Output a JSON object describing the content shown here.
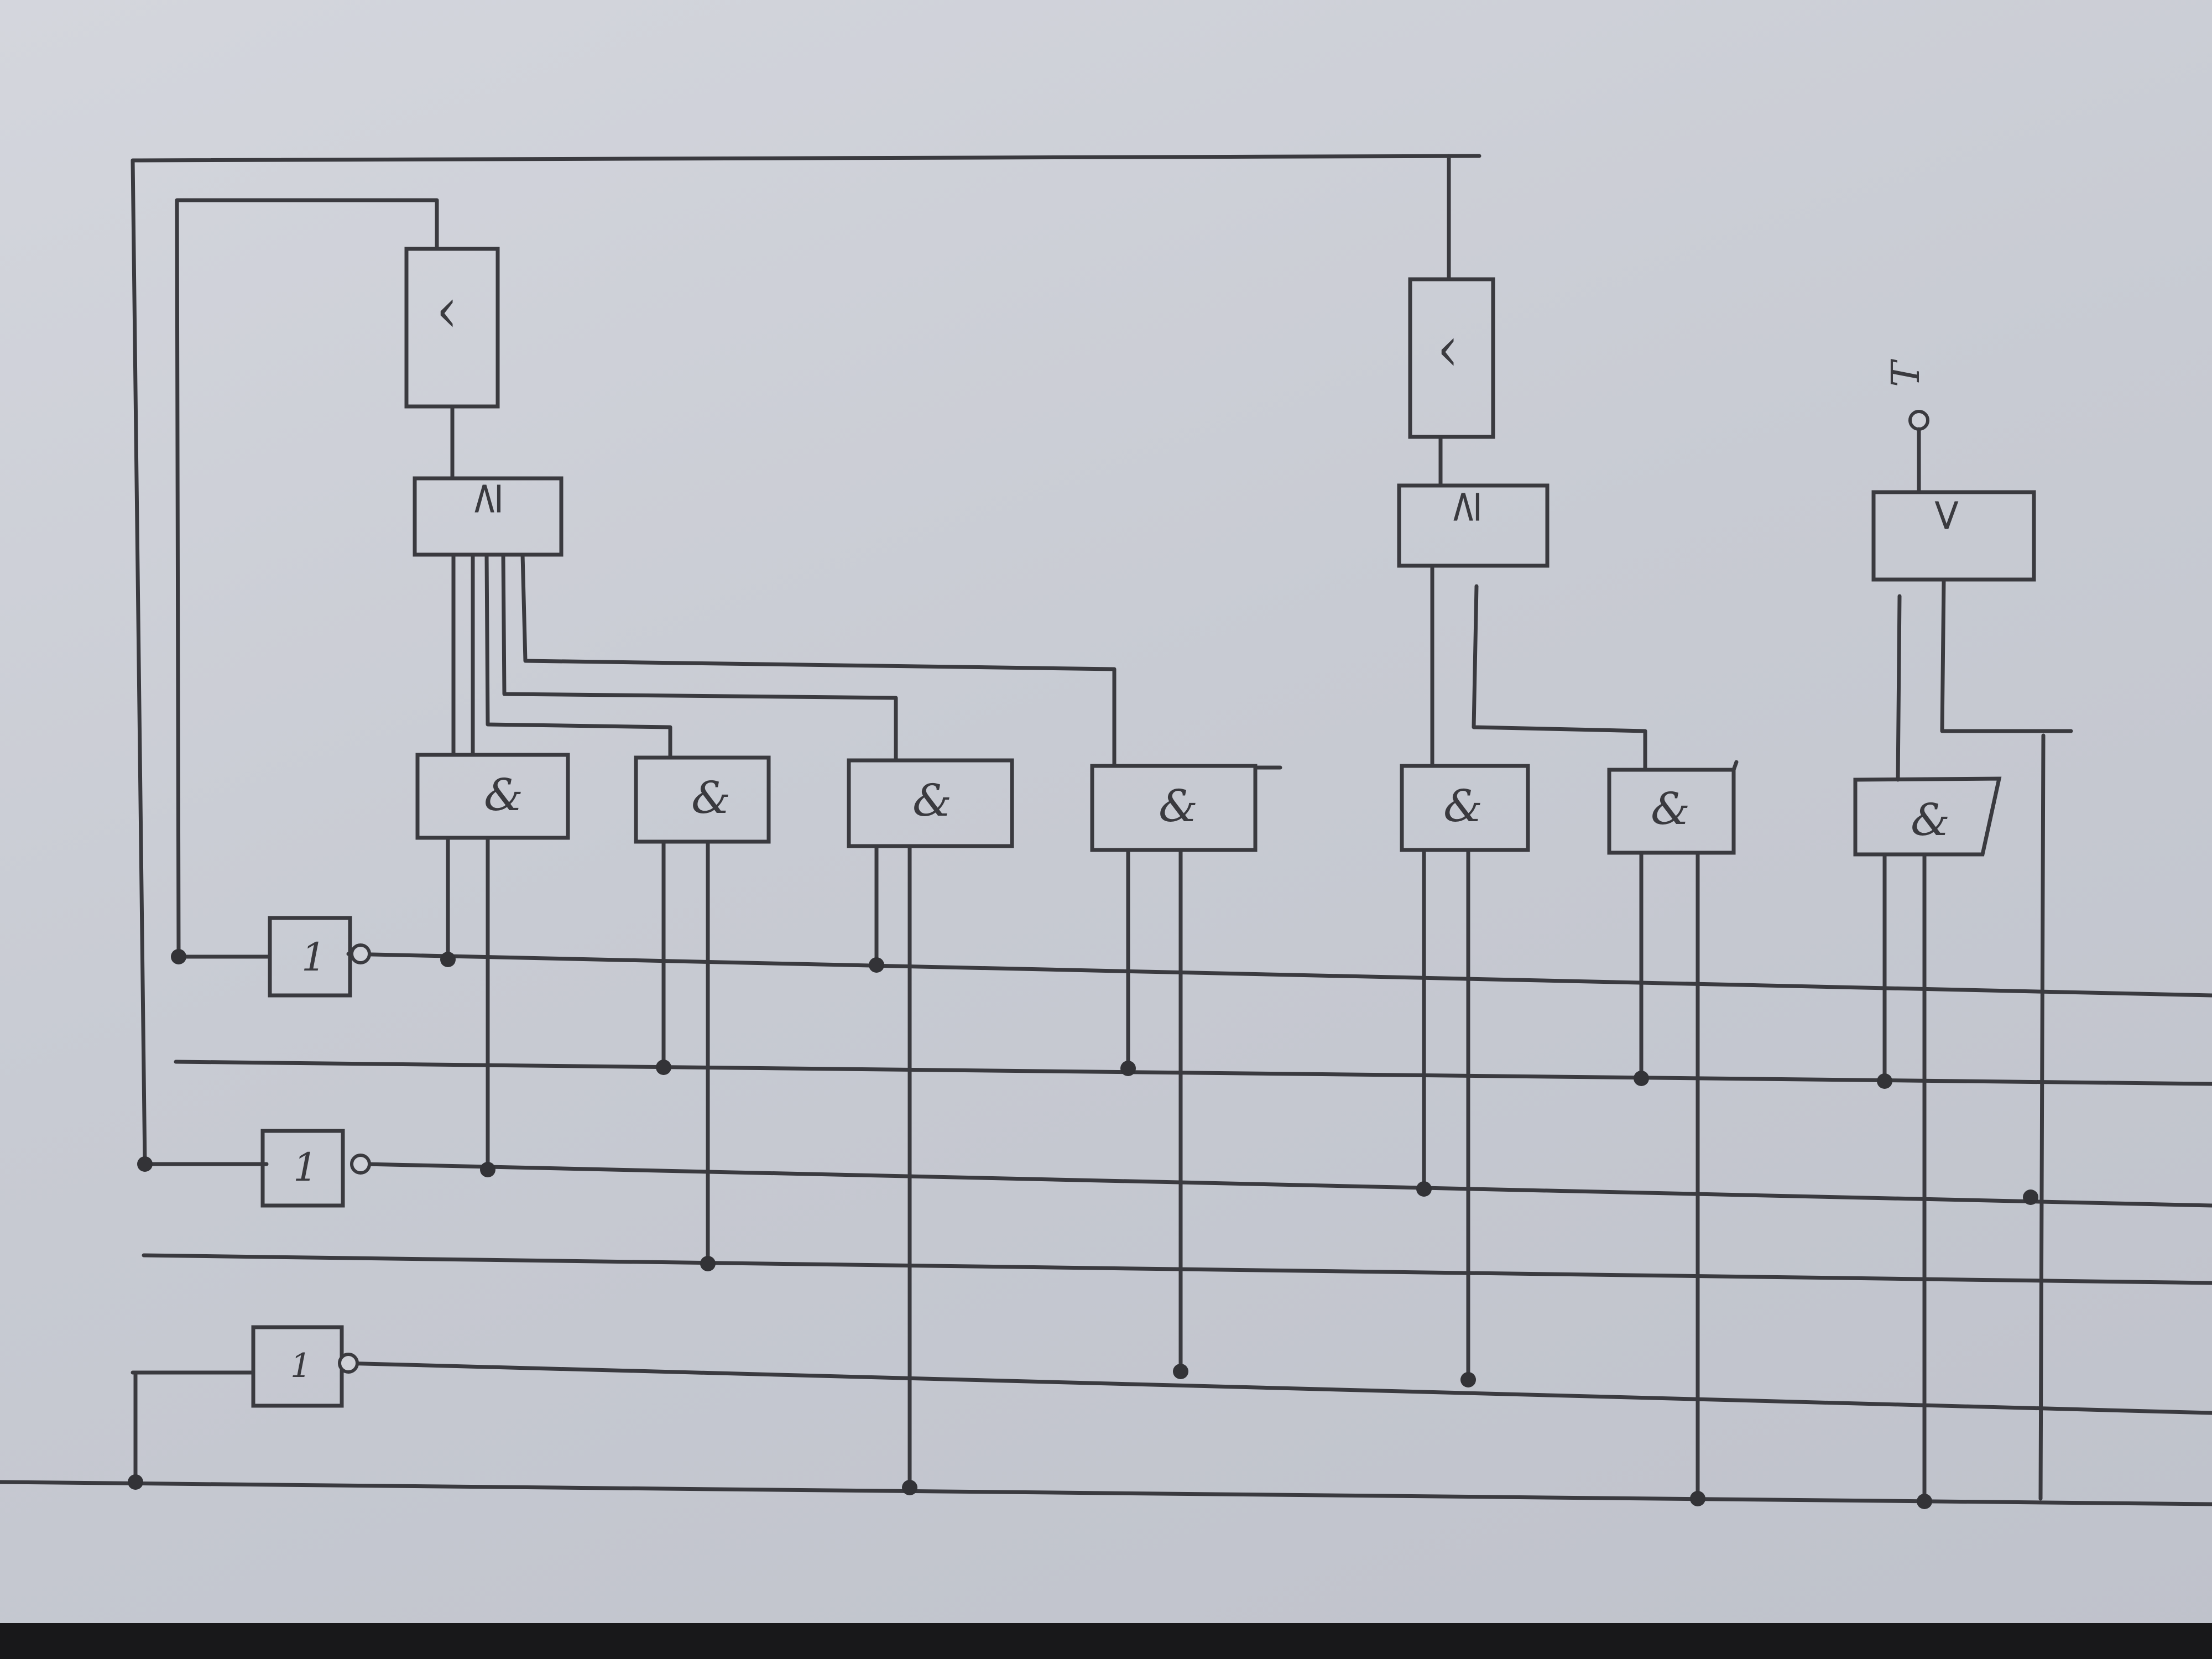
{
  "diagram": {
    "colors": {
      "ink": "#3a3a3f",
      "paper": "#c8cbd3"
    },
    "gates": [
      {
        "id": "D1",
        "kind": "flip-flop",
        "label": "^"
      },
      {
        "id": "D2",
        "kind": "flip-flop",
        "label": "^"
      },
      {
        "id": "C1",
        "kind": "comparator",
        "label": "≥"
      },
      {
        "id": "C2",
        "kind": "comparator",
        "label": "≥"
      },
      {
        "id": "C3",
        "kind": "comparator",
        "label": "<"
      },
      {
        "id": "A1",
        "kind": "and",
        "label": "&"
      },
      {
        "id": "A2",
        "kind": "and",
        "label": "&"
      },
      {
        "id": "A3",
        "kind": "and",
        "label": "&"
      },
      {
        "id": "A4",
        "kind": "and",
        "label": "&"
      },
      {
        "id": "A5",
        "kind": "and",
        "label": "&"
      },
      {
        "id": "A6",
        "kind": "and",
        "label": "&"
      },
      {
        "id": "A7",
        "kind": "and",
        "label": "&"
      },
      {
        "id": "N1",
        "kind": "not",
        "label": "1"
      },
      {
        "id": "N2",
        "kind": "not",
        "label": "1"
      },
      {
        "id": "N3",
        "kind": "not",
        "label": "1"
      }
    ],
    "terminal": {
      "id": "T",
      "label": "T"
    }
  }
}
